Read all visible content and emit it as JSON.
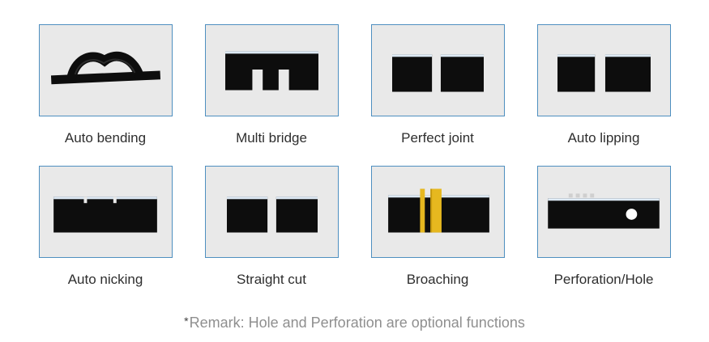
{
  "features": [
    {
      "id": "auto-bending",
      "label": "Auto bending"
    },
    {
      "id": "multi-bridge",
      "label": "Multi bridge"
    },
    {
      "id": "perfect-joint",
      "label": "Perfect joint"
    },
    {
      "id": "auto-lipping",
      "label": "Auto lipping"
    },
    {
      "id": "auto-nicking",
      "label": "Auto nicking"
    },
    {
      "id": "straight-cut",
      "label": "Straight cut"
    },
    {
      "id": "broaching",
      "label": "Broaching"
    },
    {
      "id": "perforation-hole",
      "label": "Perforation/Hole"
    }
  ],
  "remark": {
    "marker": "*",
    "text": "Remark: Hole and Perforation are optional functions"
  },
  "colors": {
    "card_background": "#e9e9e9",
    "card_border": "#4e8fc0",
    "rule_black": "#0d0d0d",
    "rule_top_edge": "#dde9f4",
    "broach_yellow": "#e6b81f",
    "label_text": "#2e2e2e",
    "remark_text": "#8f8f8f"
  }
}
